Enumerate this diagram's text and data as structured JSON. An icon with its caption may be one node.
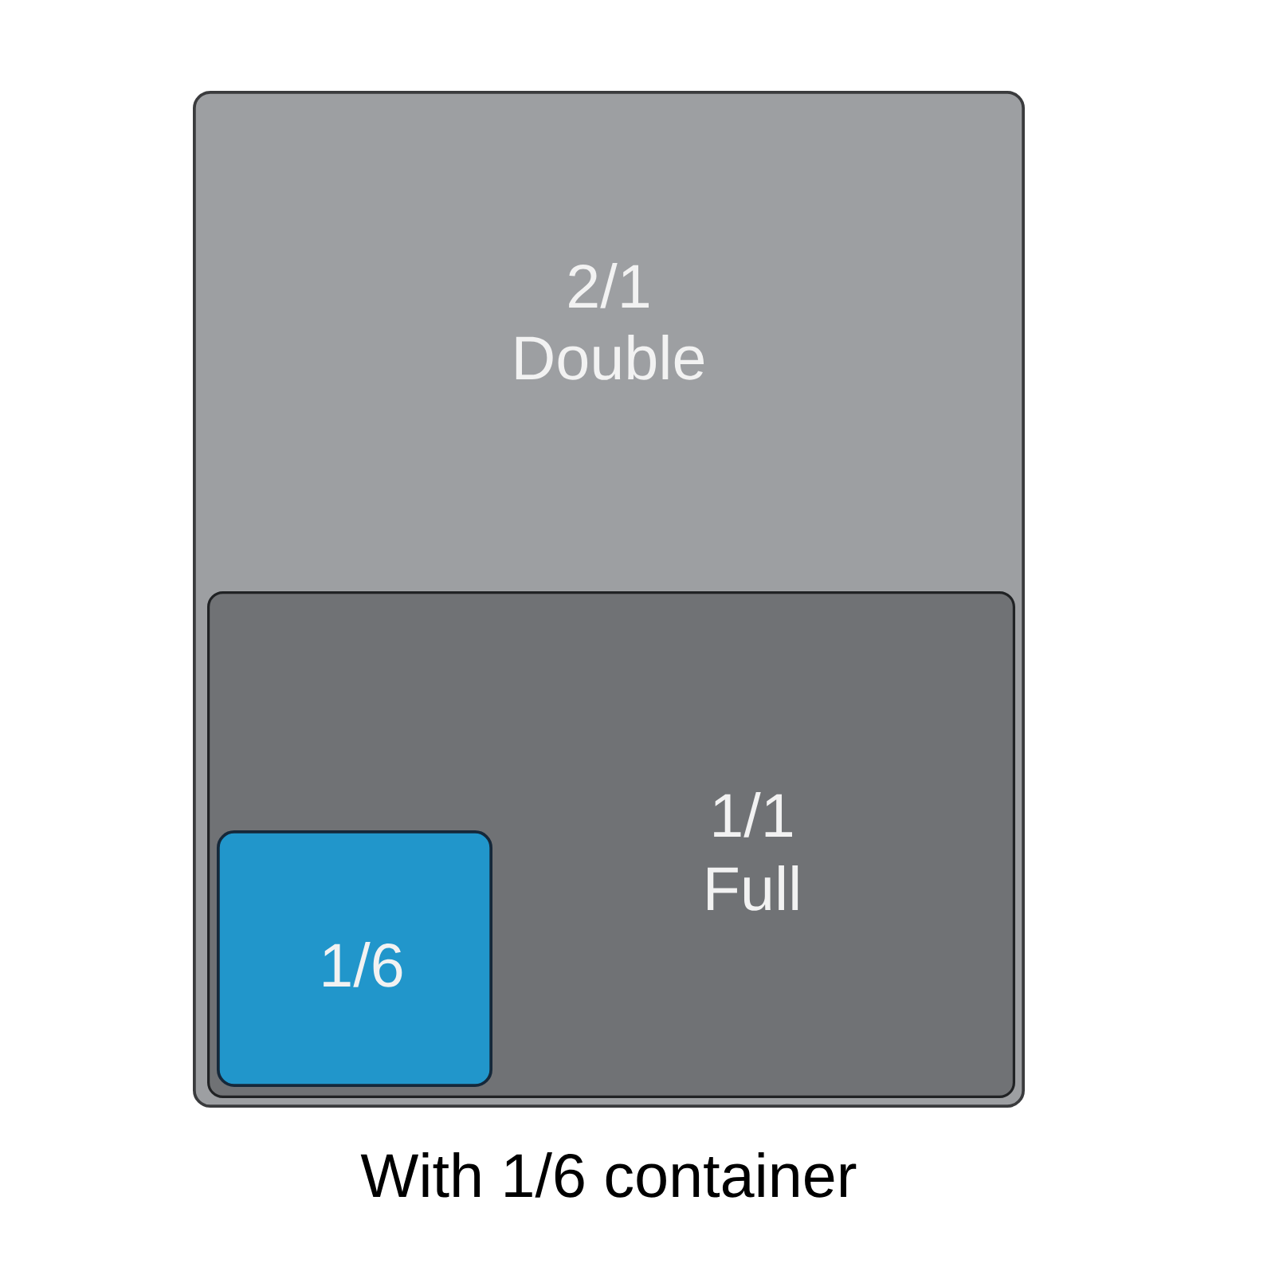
{
  "diagram": {
    "nodes": [
      {
        "text": [
          "2/1",
          "Double"
        ]
      },
      {
        "text": [
          "1/1",
          "Full"
        ],
        "in": 0
      },
      {
        "text": [
          "1/6"
        ],
        "in": 1
      }
    ],
    "caption": "With 1/6 container"
  }
}
